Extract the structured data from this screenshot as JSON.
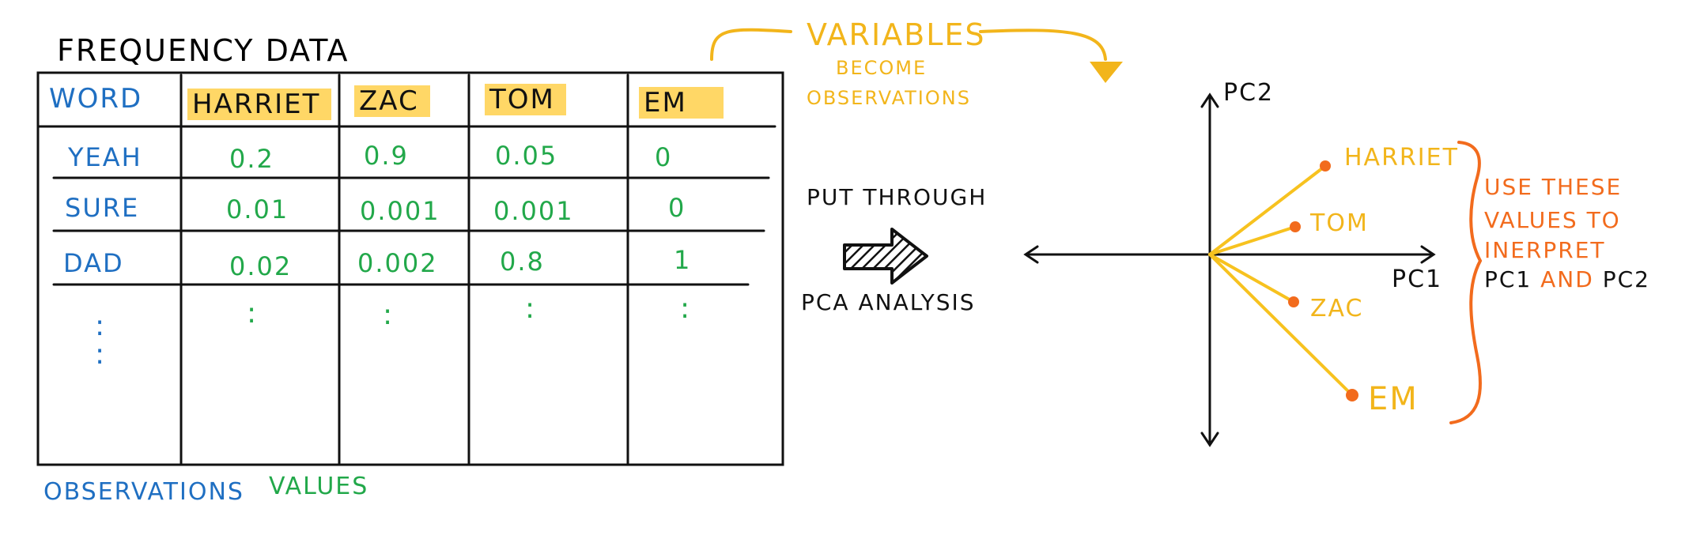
{
  "table": {
    "title": "FREQUENCY DATA",
    "headers": [
      "WORD",
      "HARRIET",
      "ZAC",
      "TOM",
      "EM"
    ],
    "rows": [
      [
        "YEAH",
        "0.2",
        "0.9",
        "0.05",
        "0"
      ],
      [
        "SURE",
        "0.01",
        "0.001",
        "0.001",
        "0"
      ],
      [
        "DAD",
        "0.02",
        "0.002",
        "0.8",
        "1"
      ],
      [
        ":",
        ":",
        ":",
        ":",
        ":"
      ]
    ]
  },
  "legend": {
    "observations": "OBSERVATIONS",
    "values": "VALUES"
  },
  "variables_note": {
    "title": "VARIABLES",
    "line1": "BECOME",
    "line2": "OBSERVATIONS"
  },
  "arrow_text": {
    "top": "PUT THROUGH",
    "bottom": "PCA ANALYSIS"
  },
  "plot": {
    "x_axis_label": "PC1",
    "y_axis_label": "PC2",
    "points": [
      {
        "label": "HARRIET"
      },
      {
        "label": "TOM"
      },
      {
        "label": "ZAC"
      },
      {
        "label": "EM"
      }
    ]
  },
  "interpretation": {
    "line1": "USE THESE",
    "line2": "VALUES TO",
    "line3": "INERPRET",
    "line4_a": "PC1",
    "line4_b": "AND",
    "line4_c": "PC2"
  },
  "colors": {
    "blue": "#1f6fc2",
    "green": "#22a84a",
    "yellow": "#f2b51b",
    "orange": "#f26b1d",
    "highlight": "#ffd766"
  }
}
